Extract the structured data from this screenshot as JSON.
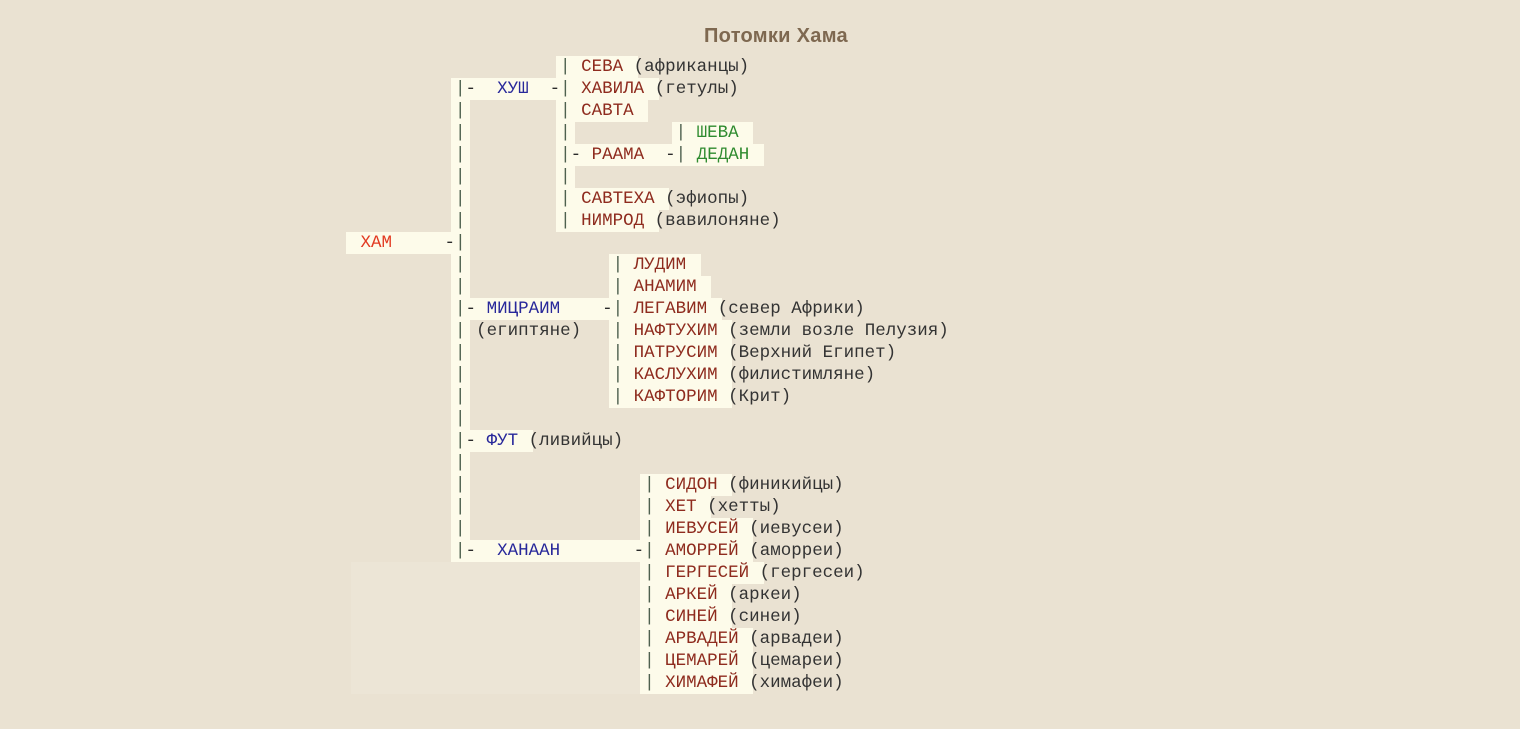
{
  "title": "Потомки Хама",
  "palette": {
    "bg": "#eae2d2",
    "cell": "#fdfbea",
    "panel": "#ece5d6",
    "title": "#7e6850",
    "pipe": "#4f614f",
    "dash": "#2a2a2a",
    "name": "#8e2b1e",
    "son": "#28289a",
    "grand": "#2f8b2f",
    "root": "#e23a22",
    "desc": "#333333"
  },
  "tree": {
    "lines": [
      [
        [
          "sp",
          20
        ],
        [
          "cell",
          [
            [
              "p",
              "|"
            ],
            [
              "s",
              " "
            ],
            [
              "n",
              "СЕВА"
            ],
            [
              "s",
              " "
            ]
          ]
        ],
        [
          "d",
          "(африканцы)"
        ]
      ],
      [
        [
          "sp",
          10
        ],
        [
          "cell",
          [
            [
              "p",
              "|"
            ],
            [
              "h",
              "-"
            ],
            [
              "s",
              "  "
            ],
            [
              "b",
              "ХУШ"
            ],
            [
              "s",
              "  "
            ],
            [
              "h",
              "-"
            ],
            [
              "p",
              "|"
            ],
            [
              "s",
              " "
            ],
            [
              "n",
              "ХАВИЛА"
            ],
            [
              "s",
              " "
            ]
          ]
        ],
        [
          "d",
          "(гетулы)"
        ]
      ],
      [
        [
          "sp",
          10
        ],
        [
          "cell",
          [
            [
              "p",
              "|"
            ]
          ]
        ],
        [
          "sp",
          9
        ],
        [
          "cell",
          [
            [
              "p",
              "|"
            ],
            [
              "s",
              " "
            ],
            [
              "n",
              "САВТА"
            ],
            [
              "s",
              " "
            ]
          ]
        ]
      ],
      [
        [
          "sp",
          10
        ],
        [
          "cell",
          [
            [
              "p",
              "|"
            ]
          ]
        ],
        [
          "sp",
          9
        ],
        [
          "cell",
          [
            [
              "p",
              "|"
            ]
          ]
        ],
        [
          "sp",
          10
        ],
        [
          "cell",
          [
            [
              "p",
              "|"
            ],
            [
              "s",
              " "
            ],
            [
              "g",
              "ШЕВА"
            ],
            [
              "s",
              " "
            ]
          ]
        ]
      ],
      [
        [
          "sp",
          10
        ],
        [
          "cell",
          [
            [
              "p",
              "|"
            ]
          ]
        ],
        [
          "sp",
          9
        ],
        [
          "cell",
          [
            [
              "p",
              "|"
            ],
            [
              "h",
              "-"
            ],
            [
              "s",
              " "
            ],
            [
              "n",
              "РААМА"
            ],
            [
              "s",
              "  "
            ],
            [
              "h",
              "-"
            ],
            [
              "p",
              "|"
            ],
            [
              "s",
              " "
            ],
            [
              "g",
              "ДЕДАН"
            ],
            [
              "s",
              " "
            ]
          ]
        ]
      ],
      [
        [
          "sp",
          10
        ],
        [
          "cell",
          [
            [
              "p",
              "|"
            ]
          ]
        ],
        [
          "sp",
          9
        ],
        [
          "cell",
          [
            [
              "p",
              "|"
            ]
          ]
        ]
      ],
      [
        [
          "sp",
          10
        ],
        [
          "cell",
          [
            [
              "p",
              "|"
            ]
          ]
        ],
        [
          "sp",
          9
        ],
        [
          "cell",
          [
            [
              "p",
              "|"
            ],
            [
              "s",
              " "
            ],
            [
              "n",
              "САВТЕХА"
            ],
            [
              "s",
              " "
            ]
          ]
        ],
        [
          "d",
          "(эфиопы)"
        ]
      ],
      [
        [
          "sp",
          10
        ],
        [
          "cell",
          [
            [
              "p",
              "|"
            ]
          ]
        ],
        [
          "sp",
          9
        ],
        [
          "cell",
          [
            [
              "p",
              "|"
            ],
            [
              "s",
              " "
            ],
            [
              "n",
              "НИМРОД"
            ],
            [
              "s",
              " "
            ]
          ]
        ],
        [
          "d",
          "(вавилоняне)"
        ]
      ],
      [
        [
          "cell",
          [
            [
              "s",
              " "
            ],
            [
              "r",
              "ХАМ"
            ],
            [
              "s",
              "     "
            ],
            [
              "h",
              "-"
            ],
            [
              "p",
              "|"
            ]
          ]
        ]
      ],
      [
        [
          "sp",
          10
        ],
        [
          "cell",
          [
            [
              "p",
              "|"
            ]
          ]
        ],
        [
          "sp",
          14
        ],
        [
          "cell",
          [
            [
              "p",
              "|"
            ],
            [
              "s",
              " "
            ],
            [
              "n",
              "ЛУДИМ"
            ],
            [
              "s",
              " "
            ]
          ]
        ]
      ],
      [
        [
          "sp",
          10
        ],
        [
          "cell",
          [
            [
              "p",
              "|"
            ]
          ]
        ],
        [
          "sp",
          14
        ],
        [
          "cell",
          [
            [
              "p",
              "|"
            ],
            [
              "s",
              " "
            ],
            [
              "n",
              "АНАМИМ"
            ],
            [
              "s",
              " "
            ]
          ]
        ]
      ],
      [
        [
          "sp",
          10
        ],
        [
          "cell",
          [
            [
              "p",
              "|"
            ],
            [
              "h",
              "-"
            ],
            [
              "s",
              " "
            ],
            [
              "b",
              "МИЦРАИМ"
            ],
            [
              "s",
              "    "
            ],
            [
              "h",
              "-"
            ],
            [
              "p",
              "|"
            ],
            [
              "s",
              " "
            ],
            [
              "n",
              "ЛЕГАВИМ"
            ],
            [
              "s",
              " "
            ]
          ]
        ],
        [
          "d",
          "(север Африки)"
        ]
      ],
      [
        [
          "sp",
          10
        ],
        [
          "cell",
          [
            [
              "p",
              "|"
            ]
          ]
        ],
        [
          "sp",
          1
        ],
        [
          "d",
          "(египтяне)"
        ],
        [
          "sp",
          3
        ],
        [
          "cell",
          [
            [
              "p",
              "|"
            ],
            [
              "s",
              " "
            ],
            [
              "n",
              "НАФТУХИМ"
            ],
            [
              "s",
              " "
            ]
          ]
        ],
        [
          "d",
          "(земли возле Пелузия)"
        ]
      ],
      [
        [
          "sp",
          10
        ],
        [
          "cell",
          [
            [
              "p",
              "|"
            ]
          ]
        ],
        [
          "sp",
          14
        ],
        [
          "cell",
          [
            [
              "p",
              "|"
            ],
            [
              "s",
              " "
            ],
            [
              "n",
              "ПАТРУСИМ"
            ],
            [
              "s",
              " "
            ]
          ]
        ],
        [
          "d",
          "(Верхний Египет)"
        ]
      ],
      [
        [
          "sp",
          10
        ],
        [
          "cell",
          [
            [
              "p",
              "|"
            ]
          ]
        ],
        [
          "sp",
          14
        ],
        [
          "cell",
          [
            [
              "p",
              "|"
            ],
            [
              "s",
              " "
            ],
            [
              "n",
              "КАСЛУХИМ"
            ],
            [
              "s",
              " "
            ]
          ]
        ],
        [
          "d",
          "(филистимляне)"
        ]
      ],
      [
        [
          "sp",
          10
        ],
        [
          "cell",
          [
            [
              "p",
              "|"
            ]
          ]
        ],
        [
          "sp",
          14
        ],
        [
          "cell",
          [
            [
              "p",
              "|"
            ],
            [
              "s",
              " "
            ],
            [
              "n",
              "КАФТОРИМ"
            ],
            [
              "s",
              " "
            ]
          ]
        ],
        [
          "d",
          "(Крит)"
        ]
      ],
      [
        [
          "sp",
          10
        ],
        [
          "cell",
          [
            [
              "p",
              "|"
            ]
          ]
        ]
      ],
      [
        [
          "sp",
          10
        ],
        [
          "cell",
          [
            [
              "p",
              "|"
            ],
            [
              "h",
              "-"
            ],
            [
              "s",
              " "
            ],
            [
              "b",
              "ФУТ"
            ],
            [
              "s",
              " "
            ]
          ]
        ],
        [
          "d",
          "(ливийцы)"
        ]
      ],
      [
        [
          "sp",
          10
        ],
        [
          "cell",
          [
            [
              "p",
              "|"
            ]
          ]
        ]
      ],
      [
        [
          "sp",
          10
        ],
        [
          "cell",
          [
            [
              "p",
              "|"
            ]
          ]
        ],
        [
          "sp",
          17
        ],
        [
          "cell",
          [
            [
              "p",
              "|"
            ],
            [
              "s",
              " "
            ],
            [
              "n",
              "СИДОН"
            ],
            [
              "s",
              " "
            ]
          ]
        ],
        [
          "d",
          "(финикийцы)"
        ]
      ],
      [
        [
          "sp",
          10
        ],
        [
          "cell",
          [
            [
              "p",
              "|"
            ]
          ]
        ],
        [
          "sp",
          17
        ],
        [
          "cell",
          [
            [
              "p",
              "|"
            ],
            [
              "s",
              " "
            ],
            [
              "n",
              "ХЕТ"
            ],
            [
              "s",
              " "
            ]
          ]
        ],
        [
          "d",
          "(хетты)"
        ]
      ],
      [
        [
          "sp",
          10
        ],
        [
          "cell",
          [
            [
              "p",
              "|"
            ]
          ]
        ],
        [
          "sp",
          17
        ],
        [
          "cell",
          [
            [
              "p",
              "|"
            ],
            [
              "s",
              " "
            ],
            [
              "n",
              "ИЕВУСЕЙ"
            ],
            [
              "s",
              " "
            ]
          ]
        ],
        [
          "d",
          "(иевусеи)"
        ]
      ],
      [
        [
          "sp",
          10
        ],
        [
          "cell",
          [
            [
              "p",
              "|"
            ],
            [
              "h",
              "-"
            ],
            [
              "s",
              "  "
            ],
            [
              "b",
              "ХАНААН"
            ],
            [
              "s",
              "       "
            ],
            [
              "h",
              "-"
            ],
            [
              "p",
              "|"
            ],
            [
              "s",
              " "
            ],
            [
              "n",
              "АМОРРЕЙ"
            ],
            [
              "s",
              " "
            ]
          ]
        ],
        [
          "d",
          "(аморреи)"
        ]
      ],
      [
        [
          "sp",
          28
        ],
        [
          "cell",
          [
            [
              "p",
              "|"
            ],
            [
              "s",
              " "
            ],
            [
              "n",
              "ГЕРГЕСЕЙ"
            ],
            [
              "s",
              " "
            ]
          ]
        ],
        [
          "d",
          "(гергесеи)"
        ]
      ],
      [
        [
          "sp",
          28
        ],
        [
          "cell",
          [
            [
              "p",
              "|"
            ],
            [
              "s",
              " "
            ],
            [
              "n",
              "АРКЕЙ"
            ],
            [
              "s",
              " "
            ]
          ]
        ],
        [
          "d",
          "(аркеи)"
        ]
      ],
      [
        [
          "sp",
          28
        ],
        [
          "cell",
          [
            [
              "p",
              "|"
            ],
            [
              "s",
              " "
            ],
            [
              "n",
              "СИНЕЙ"
            ],
            [
              "s",
              " "
            ]
          ]
        ],
        [
          "d",
          "(синеи)"
        ]
      ],
      [
        [
          "sp",
          28
        ],
        [
          "cell",
          [
            [
              "p",
              "|"
            ],
            [
              "s",
              " "
            ],
            [
              "n",
              "АРВАДЕЙ"
            ],
            [
              "s",
              " "
            ]
          ]
        ],
        [
          "d",
          "(арвадеи)"
        ]
      ],
      [
        [
          "sp",
          28
        ],
        [
          "cell",
          [
            [
              "p",
              "|"
            ],
            [
              "s",
              " "
            ],
            [
              "n",
              "ЦЕМАРЕЙ"
            ],
            [
              "s",
              " "
            ]
          ]
        ],
        [
          "d",
          "(цемареи)"
        ]
      ],
      [
        [
          "sp",
          28
        ],
        [
          "cell",
          [
            [
              "p",
              "|"
            ],
            [
              "s",
              " "
            ],
            [
              "n",
              "ХИМАФЕЙ"
            ],
            [
              "s",
              " "
            ]
          ]
        ],
        [
          "d",
          "(химафеи)"
        ]
      ]
    ]
  }
}
